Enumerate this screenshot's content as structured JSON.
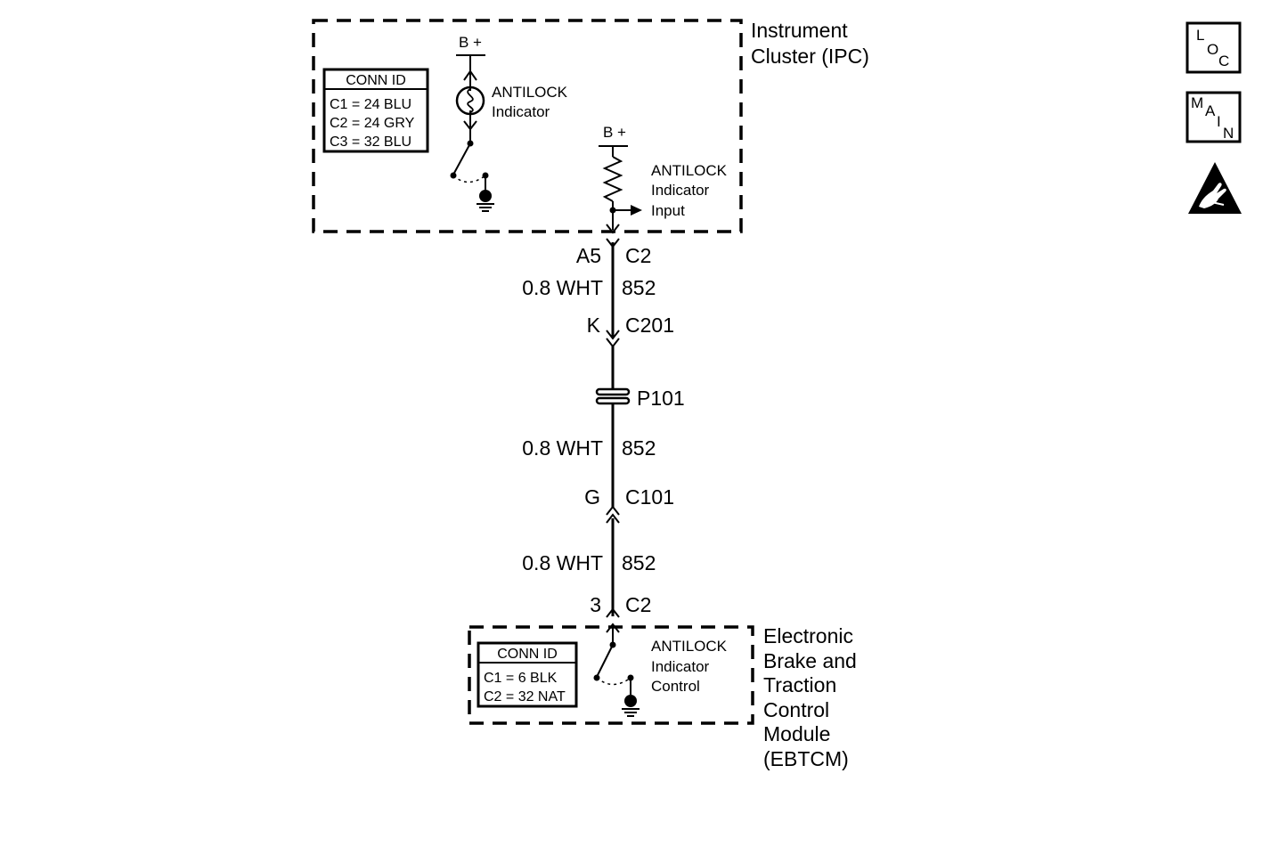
{
  "ipc": {
    "title_line1": "Instrument",
    "title_line2": "Cluster (IPC)",
    "conn_id": {
      "header": "CONN ID",
      "rows": [
        "C1 = 24 BLU",
        "C2 = 24 GRY",
        "C3 = 32 BLU"
      ]
    },
    "bulb": {
      "supply": "B +",
      "label_line1": "ANTILOCK",
      "label_line2": "Indicator"
    },
    "input": {
      "supply": "B +",
      "label_line1": "ANTILOCK",
      "label_line2": "Indicator",
      "label_line3": "Input"
    }
  },
  "circuit": {
    "ipc_pin": "A5",
    "ipc_conn": "C2",
    "seg1_gauge": "0.8 WHT",
    "seg1_circuit": "852",
    "c201_pin": "K",
    "c201_name": "C201",
    "splice": "P101",
    "seg2_gauge": "0.8 WHT",
    "seg2_circuit": "852",
    "c101_pin": "G",
    "c101_name": "C101",
    "seg3_gauge": "0.8 WHT",
    "seg3_circuit": "852",
    "ebtcm_pin": "3",
    "ebtcm_conn": "C2"
  },
  "ebtcm": {
    "title_lines": [
      "Electronic",
      "Brake and",
      "Traction",
      "Control",
      "Module",
      "(EBTCM)"
    ],
    "conn_id": {
      "header": "CONN ID",
      "rows": [
        "C1 = 6 BLK",
        "C2 = 32 NAT"
      ]
    },
    "control": {
      "label_line1": "ANTILOCK",
      "label_line2": "Indicator",
      "label_line3": "Control"
    }
  },
  "icons": {
    "loc": {
      "name": "loc-icon",
      "letters": [
        "L",
        "O",
        "C"
      ]
    },
    "main": {
      "name": "main-icon",
      "letters": [
        "M",
        "A",
        "I",
        "N"
      ]
    },
    "esd": {
      "name": "esd-warning-icon"
    }
  }
}
